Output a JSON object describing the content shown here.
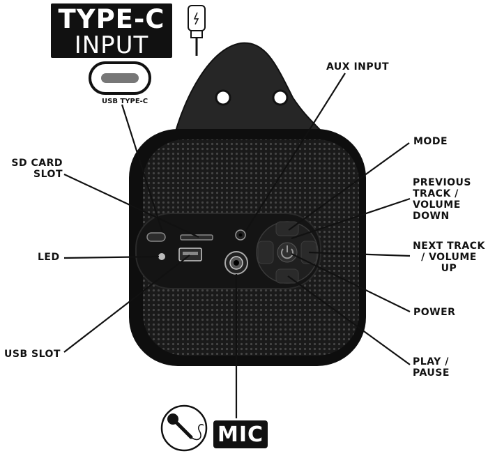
{
  "header": {
    "badge_line1": "TYPE-C",
    "badge_line2": "INPUT",
    "port_caption": "USB TYPE-C"
  },
  "labels": {
    "aux_input": "AUX INPUT",
    "mode": "MODE",
    "previous_track": "PREVIOUS\nTRACK /\nVOLUME\nDOWN",
    "next_track": "NEXT TRACK\n/ VOLUME\nUP",
    "power": "POWER",
    "play_pause": "PLAY /\nPAUSE",
    "sd_card_slot": "SD CARD\nSLOT",
    "led": "LED",
    "usb_slot": "USB SLOT",
    "mic": "MIC"
  },
  "icons": {
    "cable": "usb-c-cable-icon",
    "microphone": "microphone-icon"
  }
}
